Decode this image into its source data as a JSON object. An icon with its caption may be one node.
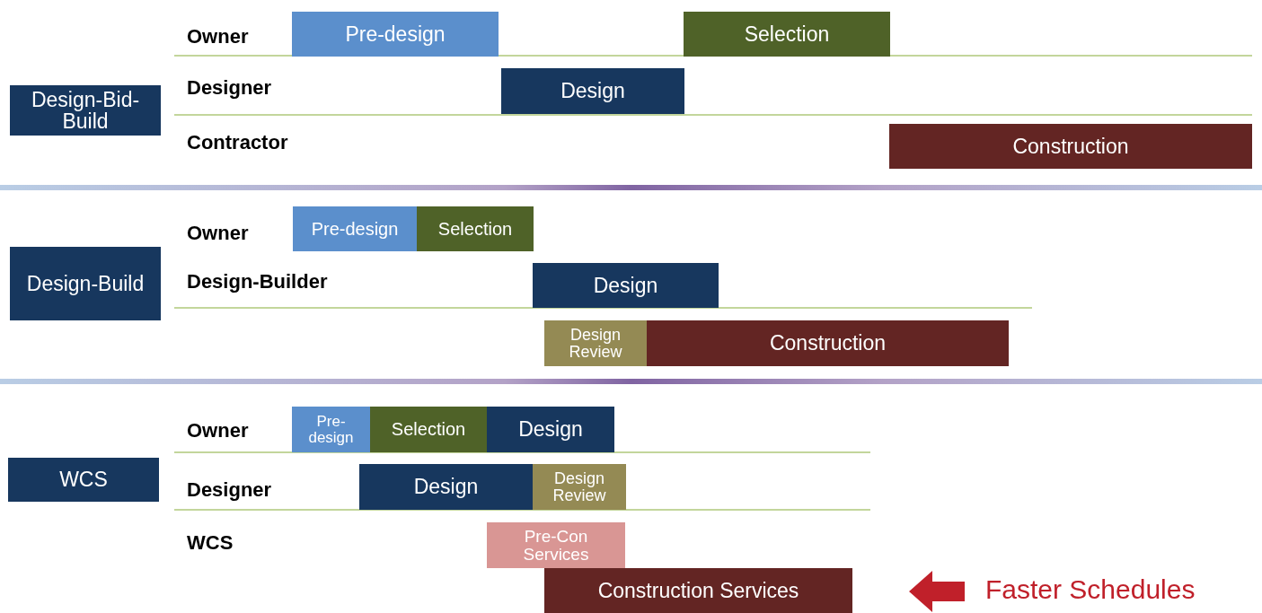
{
  "diagram": {
    "nodes": [
      {
        "text": [
          "Design-Bid-Build"
        ]
      },
      {
        "text": [
          "Pre-design"
        ]
      },
      {
        "text": [
          "Selection"
        ]
      },
      {
        "text": [
          "Design"
        ]
      },
      {
        "text": [
          "Construction"
        ]
      },
      {
        "text": [
          "Design-Build"
        ]
      },
      {
        "text": [
          "Pre-design"
        ]
      },
      {
        "text": [
          "Selection"
        ]
      },
      {
        "text": [
          "Design"
        ]
      },
      {
        "text": [
          "Design Review"
        ]
      },
      {
        "text": [
          "Construction"
        ]
      },
      {
        "text": [
          "WCS"
        ]
      },
      {
        "text": [
          "Pre-design"
        ]
      },
      {
        "text": [
          "Selection"
        ]
      },
      {
        "text": [
          "Design"
        ]
      },
      {
        "text": [
          "Design"
        ]
      },
      {
        "text": [
          "Design Review"
        ]
      },
      {
        "text": [
          "Pre-Con Services"
        ]
      },
      {
        "text": [
          "Construction Services"
        ]
      }
    ],
    "labels": [
      "Owner",
      "Designer",
      "Contractor",
      "Owner",
      "Design-Builder",
      "Owner",
      "Designer",
      "WCS",
      "Faster Schedules"
    ]
  }
}
